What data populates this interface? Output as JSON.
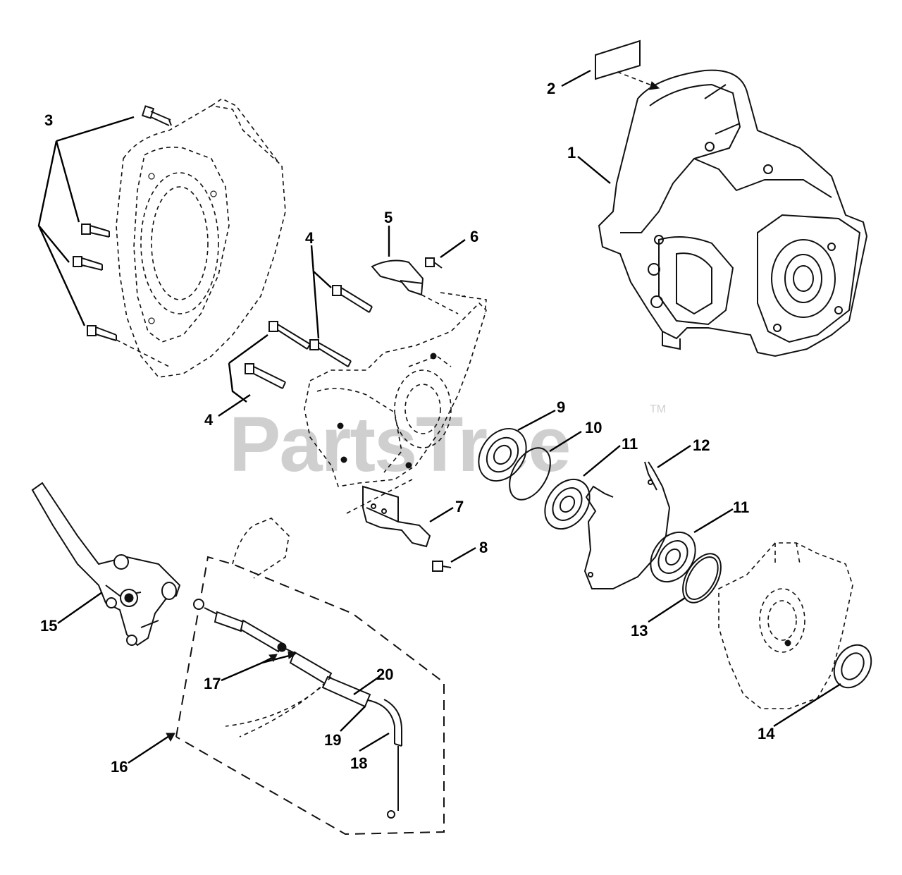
{
  "watermark": {
    "text": "PartsTree",
    "trademark": "TM"
  },
  "callouts": [
    "1",
    "2",
    "3",
    "4",
    "4",
    "5",
    "6",
    "7",
    "8",
    "9",
    "10",
    "11",
    "11",
    "12",
    "13",
    "14",
    "15",
    "16",
    "17",
    "18",
    "19",
    "20"
  ]
}
